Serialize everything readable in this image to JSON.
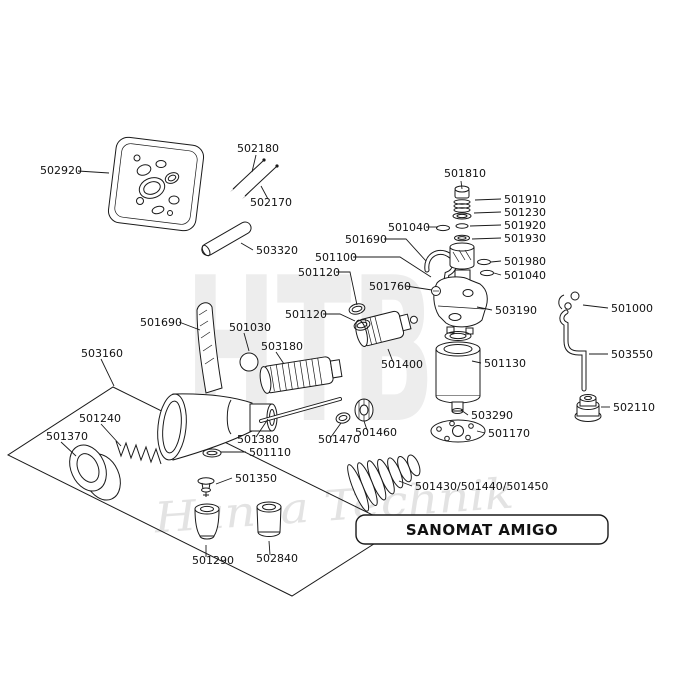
{
  "title": "SANOMAT AMIGO",
  "watermark": {
    "big": "HTB",
    "script": "Hansa Technik"
  },
  "labels": [
    {
      "text": "502920"
    },
    {
      "text": "502180"
    },
    {
      "text": "502170"
    },
    {
      "text": "503320"
    },
    {
      "text": "501690"
    },
    {
      "text": "501100"
    },
    {
      "text": "501120"
    },
    {
      "text": "501120"
    },
    {
      "text": "501810"
    },
    {
      "text": "501910"
    },
    {
      "text": "501230"
    },
    {
      "text": "501040"
    },
    {
      "text": "501920"
    },
    {
      "text": "501930"
    },
    {
      "text": "501980"
    },
    {
      "text": "501040"
    },
    {
      "text": "501760"
    },
    {
      "text": "503190"
    },
    {
      "text": "501000"
    },
    {
      "text": "503550"
    },
    {
      "text": "502110"
    },
    {
      "text": "501690"
    },
    {
      "text": "501030"
    },
    {
      "text": "503180"
    },
    {
      "text": "503160"
    },
    {
      "text": "501400"
    },
    {
      "text": "501130"
    },
    {
      "text": "501240"
    },
    {
      "text": "501370"
    },
    {
      "text": "503290"
    },
    {
      "text": "501170"
    },
    {
      "text": "501380"
    },
    {
      "text": "501470"
    },
    {
      "text": "501460"
    },
    {
      "text": "501110"
    },
    {
      "text": "501350"
    },
    {
      "text": "501430/501440/501450"
    },
    {
      "text": "501290"
    },
    {
      "text": "502840"
    }
  ]
}
